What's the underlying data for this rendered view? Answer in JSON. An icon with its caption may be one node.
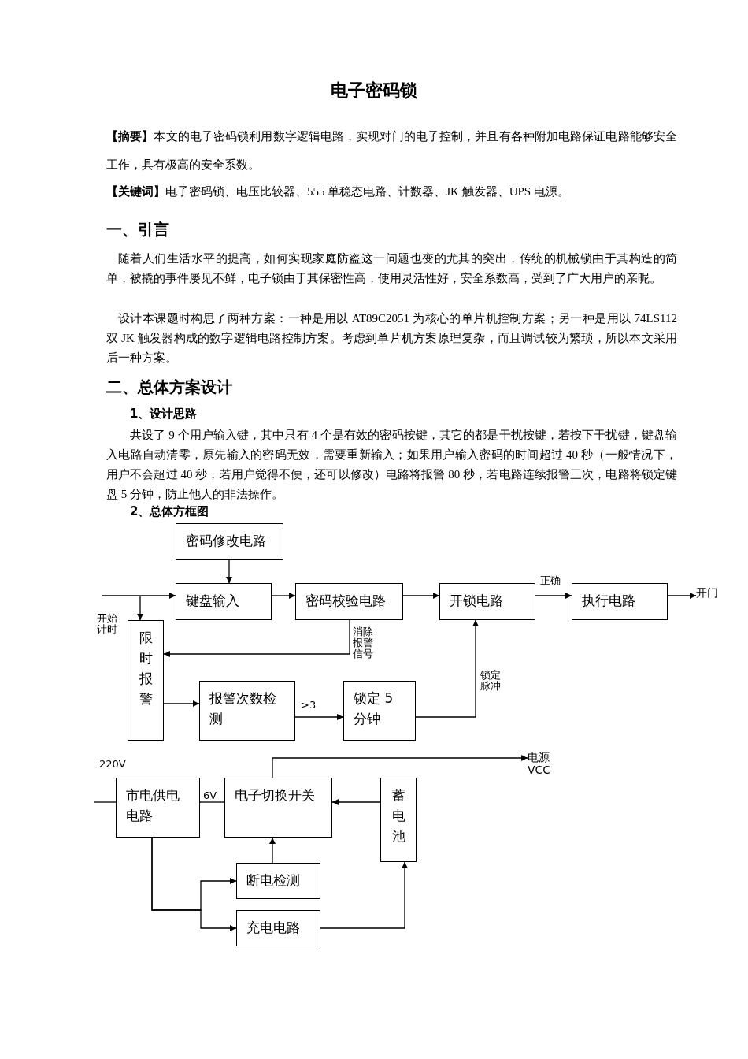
{
  "diagram": {
    "title": "电子密码锁",
    "nodes": [
      {
        "text": [
          "密码修改电路"
        ]
      },
      {
        "text": [
          "键盘输入"
        ]
      },
      {
        "text": [
          "密码校验电路"
        ]
      },
      {
        "text": [
          "开锁电路"
        ]
      },
      {
        "text": [
          "执行电路"
        ]
      },
      {
        "text": [
          "开门"
        ]
      },
      {
        "text": [
          "限时报警"
        ]
      },
      {
        "text": [
          "报警次数检测"
        ]
      },
      {
        "text": [
          "锁定 5 分钟"
        ]
      },
      {
        "text": [
          "市电供电电路"
        ]
      },
      {
        "text": [
          "电子切换开关"
        ]
      },
      {
        "text": [
          "蓄电池"
        ]
      },
      {
        "text": [
          "断电检测"
        ]
      },
      {
        "text": [
          "充电电路"
        ]
      },
      {
        "text": [
          "电源 VCC"
        ]
      }
    ],
    "edges": [
      {
        "from": null,
        "to": 1,
        "arrow": "to"
      },
      {
        "from": null,
        "to": 6,
        "arrow": "to"
      },
      {
        "from": 0,
        "to": 1,
        "arrow": "to"
      },
      {
        "from": 1,
        "to": 2,
        "arrow": "to"
      },
      {
        "from": 2,
        "to": 3,
        "arrow": "to"
      },
      {
        "from": 3,
        "to": 4,
        "arrow": "to",
        "label": "正确"
      },
      {
        "from": 4,
        "to": 5,
        "arrow": "to"
      },
      {
        "from": 2,
        "to": 6,
        "arrow": "to",
        "label": "消除报警信号"
      },
      {
        "from": 6,
        "to": 7,
        "arrow": "to"
      },
      {
        "from": 7,
        "to": 8,
        "arrow": "to",
        "label": ">3"
      },
      {
        "from": 8,
        "to": 3,
        "arrow": "to",
        "label": "锁定脉冲"
      },
      {
        "from": null,
        "to": 9,
        "arrow": "none"
      },
      {
        "from": 9,
        "to": 10,
        "arrow": "none",
        "label": "6V"
      },
      {
        "from": 10,
        "to": 14,
        "arrow": "to"
      },
      {
        "from": 11,
        "to": 10,
        "arrow": "to"
      },
      {
        "from": 12,
        "to": 10,
        "arrow": "to"
      },
      {
        "from": 9,
        "to": 12,
        "arrow": "to"
      },
      {
        "from": 9,
        "to": 13,
        "arrow": "to"
      },
      {
        "from": 13,
        "to": 11,
        "arrow": "to"
      }
    ],
    "labels": [
      "**【摘要】**本文的电子密码锁利用数字逻辑电路，实现对门的电子控制，并且有各种附加电路保证电路能够安全工作，具有极高的安全系数。",
      "**【关键词】**电子密码锁、电压比较器、555 单稳态电路、计数器、JK 触发器、UPS 电源。",
      "一、引言",
      "随着人们生活水平的提高，如何实现家庭防盗这一问题也变的尤其的突出，传统的机械锁由于其构造的简单，被撬的事件屡见不鲜，电子锁由于其保密性高，使用灵活性好，安全系数高，受到了广大用户的亲昵。",
      "设计本课题时构思了两种方案：一种是用以 AT89C2051 为核心的单片机控制方案；另一种是用以 74LS112 双 JK 触发器构成的数字逻辑电路控制方案。考虑到单片机方案原理复杂，而且调试较为繁琐，所以本文采用后一种方案。",
      "二、总体方案设计",
      "1、设计思路",
      "共设了 9 个用户输入键，其中只有 4 个是有效的密码按键，其它的都是干扰按键，若按下干扰键，键盘输入电路自动清零，原先输入的密码无效，需要重新输入；如果用户输入密码的时间超过 40 秒（一般情况下，用户不会超过 40 秒，若用户觉得不便，还可以修改）电路将报警 80 秒，若电路连续报警三次，电路将锁定键盘 5 分钟，防止他人的非法操作。",
      "2、总体方框图",
      "开始计时",
      "220V"
    ]
  }
}
